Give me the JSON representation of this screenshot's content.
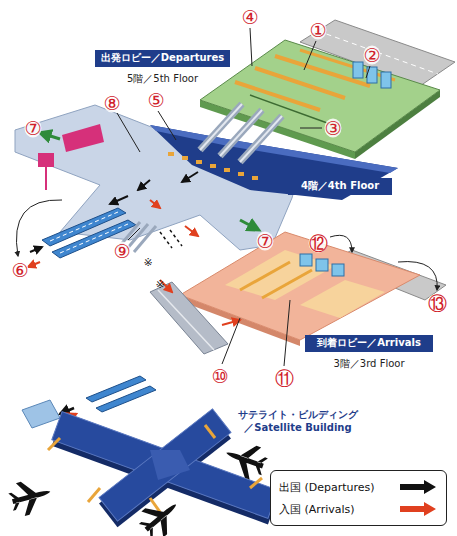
{
  "diagram": {
    "nodes": [
      {
        "text": [
          "出発ロビー／Departures",
          "5階／5th Floor"
        ]
      },
      {
        "text": [
          "4階／4th Floor"
        ]
      },
      {
        "text": [
          "到着ロビー／Arrivals",
          "3階／3rd Floor"
        ]
      },
      {
        "text": [
          "サテライト・ビルディング／Satellite Building"
        ]
      }
    ],
    "labels": [
      "①",
      "②",
      "③",
      "④",
      "⑤",
      "⑥",
      "⑦",
      "⑦",
      "⑧",
      "⑨",
      "⑩",
      "⑪",
      "⑫",
      "⑬",
      "※",
      "※"
    ],
    "legend": [
      {
        "text": "出国 (Departures)"
      },
      {
        "text": "入国 (Arrivals)"
      }
    ]
  }
}
